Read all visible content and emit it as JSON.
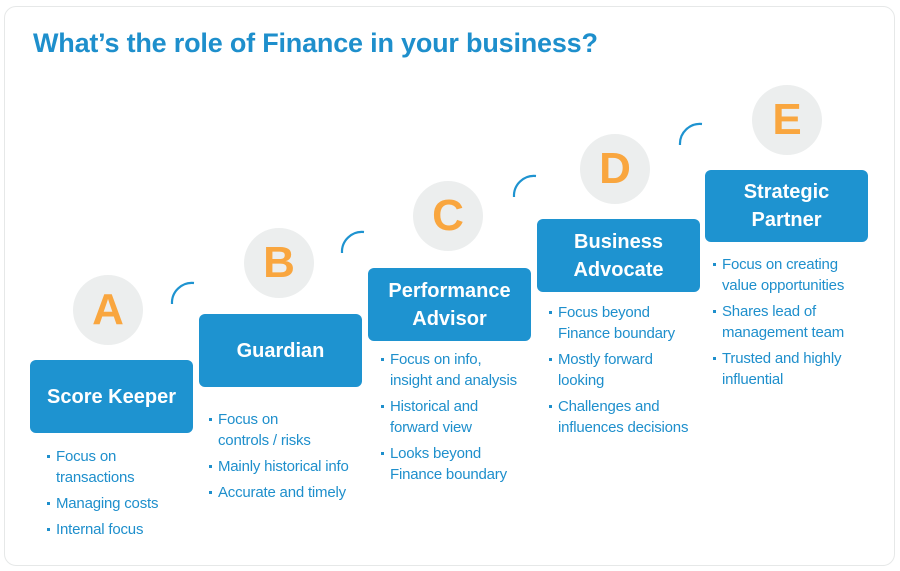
{
  "title": "What’s the role of Finance in your business?",
  "colors": {
    "accent_blue": "#1e93d0",
    "letter_orange": "#f9a63f",
    "circle_gray": "#eceeee"
  },
  "stages": [
    {
      "letter": "A",
      "label": "Score Keeper",
      "bullets": [
        "Focus on\ntransactions",
        "Managing costs",
        "Internal focus"
      ]
    },
    {
      "letter": "B",
      "label": "Guardian",
      "bullets": [
        "Focus on\ncontrols / risks",
        "Mainly historical info",
        "Accurate and timely"
      ]
    },
    {
      "letter": "C",
      "label": "Performance\nAdvisor",
      "bullets": [
        "Focus on info,\ninsight and analysis",
        "Historical and\nforward view",
        "Looks beyond\nFinance boundary"
      ]
    },
    {
      "letter": "D",
      "label": "Business\nAdvocate",
      "bullets": [
        "Focus beyond\nFinance boundary",
        "Mostly forward\nlooking",
        "Challenges and\ninfluences decisions"
      ]
    },
    {
      "letter": "E",
      "label": "Strategic\nPartner",
      "bullets": [
        "Focus on creating\nvalue opportunities",
        "Shares lead of\nmanagement team",
        "Trusted and highly\ninfluential"
      ]
    }
  ]
}
